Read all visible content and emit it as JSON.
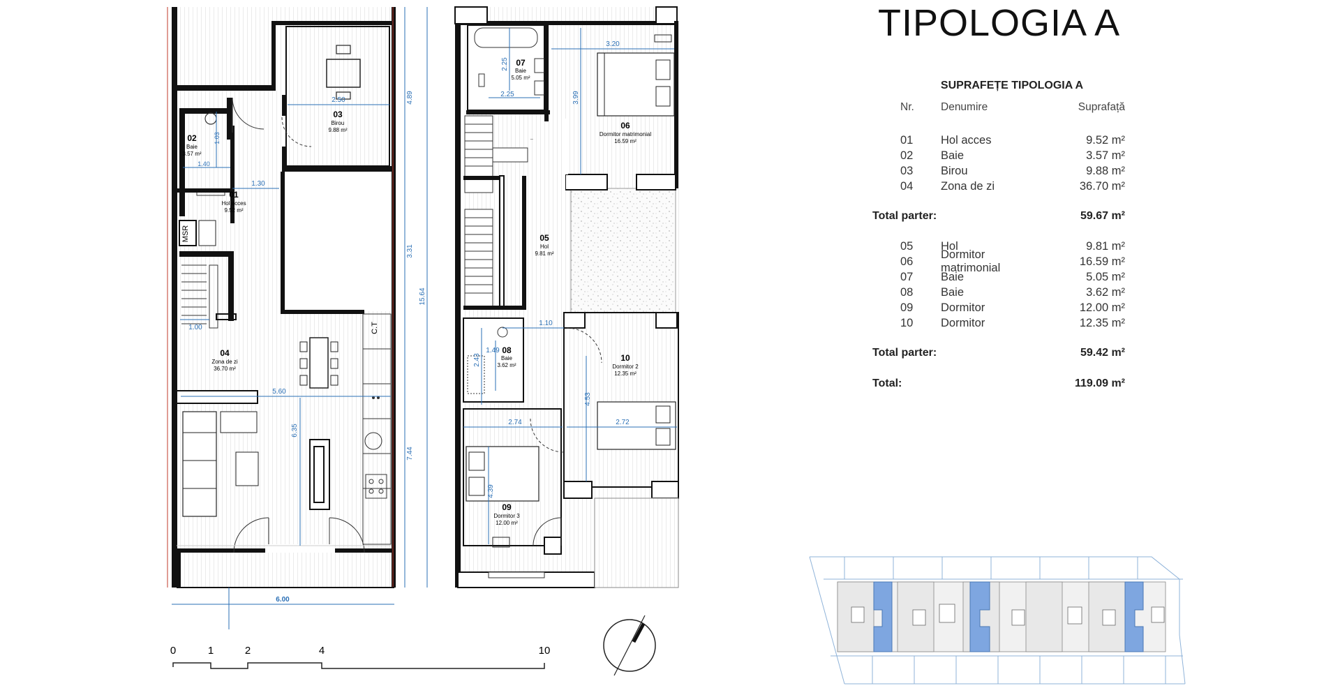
{
  "title": "TIPOLOGIA A",
  "table": {
    "heading": "SUPRAFEȚE TIPOLOGIA A",
    "col_nr": "Nr.",
    "col_name": "Denumire",
    "col_area": "Suprafață",
    "ground_rows": [
      {
        "nr": "01",
        "name": "Hol acces",
        "area": "9.52 m²"
      },
      {
        "nr": "02",
        "name": "Baie",
        "area": "3.57 m²"
      },
      {
        "nr": "03",
        "name": "Birou",
        "area": "9.88 m²"
      },
      {
        "nr": "04",
        "name": "Zona de zi",
        "area": "36.70 m²"
      }
    ],
    "ground_total_label": "Total parter:",
    "ground_total_value": "59.67 m²",
    "upper_rows": [
      {
        "nr": "05",
        "name": "Hol",
        "area": "9.81 m²"
      },
      {
        "nr": "06",
        "name": "Dormitor matrimonial",
        "area": "16.59 m²"
      },
      {
        "nr": "07",
        "name": "Baie",
        "area": "5.05 m²"
      },
      {
        "nr": "08",
        "name": "Baie",
        "area": "3.62 m²"
      },
      {
        "nr": "09",
        "name": "Dormitor",
        "area": "12.00 m²"
      },
      {
        "nr": "10",
        "name": "Dormitor",
        "area": "12.35 m²"
      }
    ],
    "upper_total_label": "Total parter:",
    "upper_total_value": "59.42 m²",
    "grand_total_label": "Total:",
    "grand_total_value": "119.09 m²"
  },
  "ground_rooms": [
    {
      "nr": "01",
      "name": "Hol acces",
      "area": "9.52 m²"
    },
    {
      "nr": "02",
      "name": "Baie",
      "area": "3.57 m²"
    },
    {
      "nr": "03",
      "name": "Birou",
      "area": "9.88 m²"
    },
    {
      "nr": "04",
      "name": "Zona de zi",
      "area": "36.70 m²"
    }
  ],
  "upper_rooms": [
    {
      "nr": "05",
      "name": "Hol",
      "area": "9.81 m²"
    },
    {
      "nr": "06",
      "name": "Dormitor matrimonial",
      "area": "16.59 m²"
    },
    {
      "nr": "07",
      "name": "Baie",
      "area": "5.05 m²"
    },
    {
      "nr": "08",
      "name": "Baie",
      "area": "3.62 m²"
    },
    {
      "nr": "09",
      "name": "Dormitor 3",
      "area": "12.00 m²"
    },
    {
      "nr": "10",
      "name": "Dormitor 2",
      "area": "12.35 m²"
    }
  ],
  "labels": {
    "msr": "MSR",
    "ct": "C.T"
  },
  "dims_ground": {
    "d250": "2.50",
    "d130": "1.30",
    "d103": "1.03",
    "d140": "1.40",
    "d100": "1.00",
    "d560": "5.60",
    "d635": "6.35",
    "d600": "6.00",
    "d489": "4.89",
    "d331": "3.31",
    "d1564": "15.64",
    "d744": "7.44"
  },
  "dims_upper": {
    "d320": "3.20",
    "d225a": "2.25",
    "d225b": "2.25",
    "d399": "3.99",
    "d110": "1.10",
    "d149": "1.49",
    "d243": "2.43",
    "d274": "2.74",
    "d272": "2.72",
    "d453": "4.53",
    "d439": "4.39"
  },
  "scale_labels": [
    "0",
    "1",
    "2",
    "4",
    "10"
  ],
  "colors": {
    "dim": "#2a6fb5",
    "wall": "#111111",
    "accent": "#c0392b",
    "highlight": "#7ea6e0",
    "hatch": "#bdbdbd"
  }
}
